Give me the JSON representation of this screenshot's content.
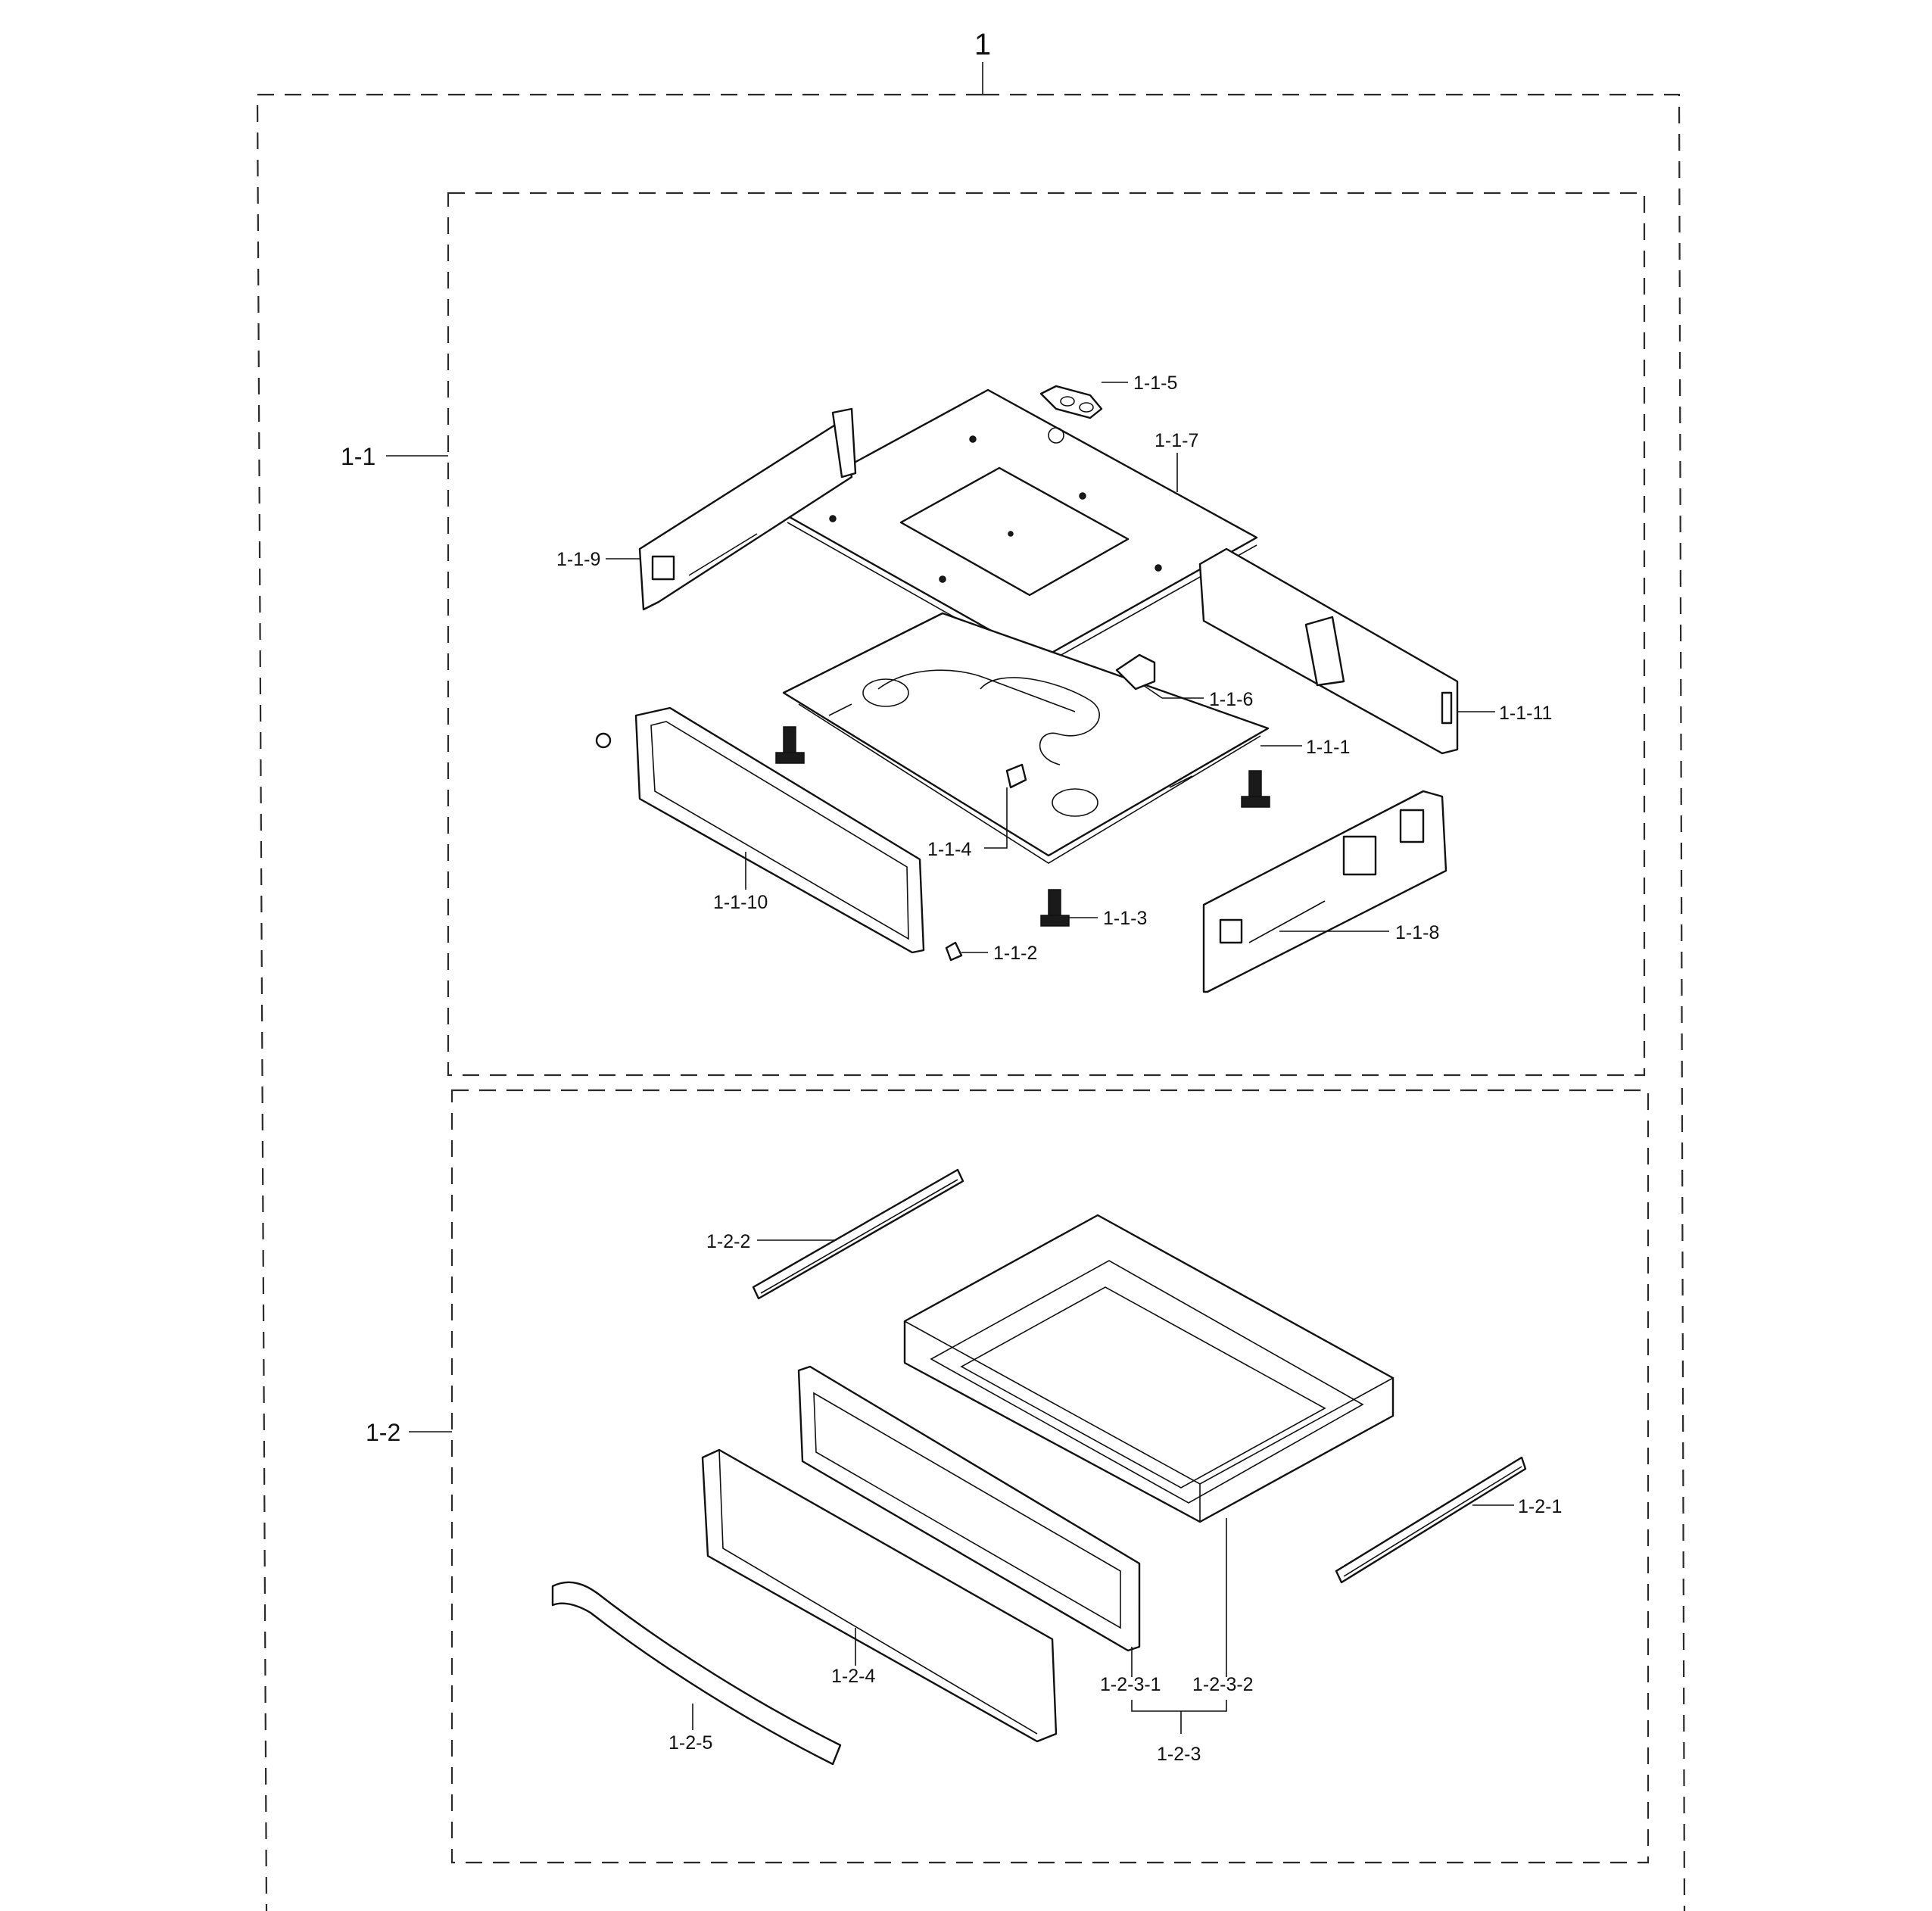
{
  "title": "1",
  "groups": [
    {
      "id": "1-1",
      "label": "1-1"
    },
    {
      "id": "1-2",
      "label": "1-2"
    }
  ],
  "callouts": {
    "p115": "1-1-5",
    "p117": "1-1-7",
    "p119": "1-1-9",
    "p116": "1-1-6",
    "p1111": "1-1-11",
    "p111": "1-1-1",
    "p114": "1-1-4",
    "p1110": "1-1-10",
    "p113": "1-1-3",
    "p112": "1-1-2",
    "p118": "1-1-8",
    "p122": "1-2-2",
    "p121": "1-2-1",
    "p124": "1-2-4",
    "p1231": "1-2-3-1",
    "p1232": "1-2-3-2",
    "p123": "1-2-3",
    "p125": "1-2-5"
  },
  "colors": {
    "line": "#111111",
    "frame": "#2a2a2a",
    "background": "#ffffff"
  }
}
